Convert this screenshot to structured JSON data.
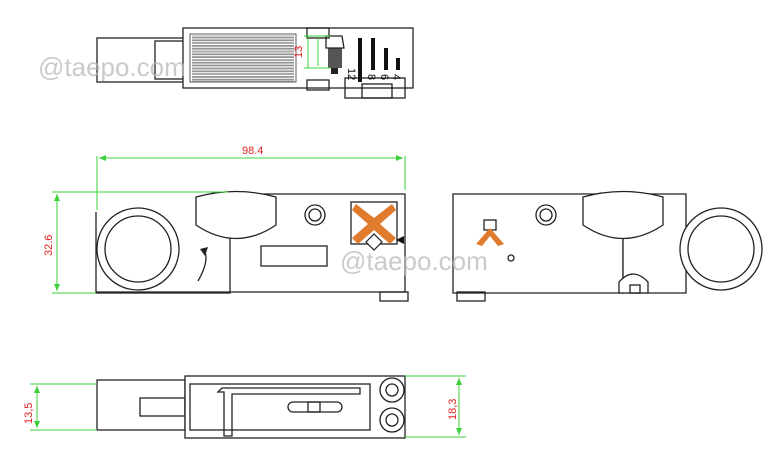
{
  "watermarks": [
    "@taepo.com",
    "@taepo.com"
  ],
  "dimensions": {
    "top_height": "13",
    "length": "98.4",
    "height": "32.6",
    "bottom_left": "13,5",
    "bottom_right": "18,3"
  },
  "blade_labels": [
    "4",
    "6",
    "8",
    "12"
  ],
  "colors": {
    "dimension_line": "#3ad13a",
    "dimension_text": "#e02020",
    "blade": "#e07a2c",
    "outline": "#222222"
  }
}
